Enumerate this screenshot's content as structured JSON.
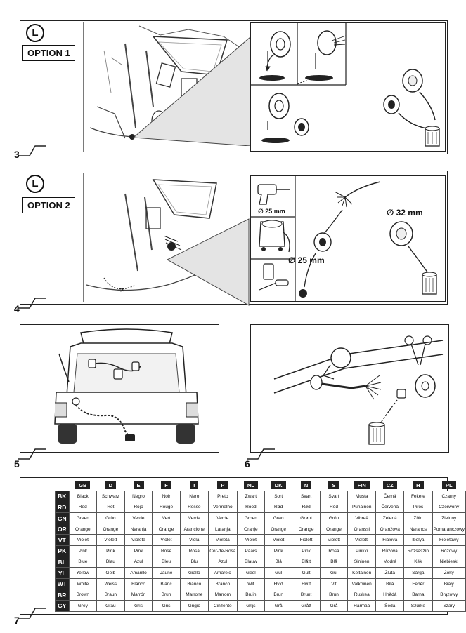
{
  "steps": {
    "s3": {
      "number": "3",
      "badge": "L",
      "option": "OPTION 1"
    },
    "s4": {
      "number": "4",
      "badge": "L",
      "option": "OPTION 2",
      "dims": [
        "∅ 25 mm",
        "∅ 32 mm",
        "∅ 25 mm"
      ]
    },
    "s5": {
      "number": "5"
    },
    "s6": {
      "number": "6"
    },
    "s7": {
      "number": "7"
    }
  },
  "color_table": {
    "languages": [
      "GB",
      "D",
      "E",
      "F",
      "I",
      "P",
      "NL",
      "DK",
      "N",
      "S",
      "FIN",
      "CZ",
      "H",
      "PL"
    ],
    "rows": [
      {
        "code": "BK",
        "names": [
          "Black",
          "Schwarz",
          "Negro",
          "Noir",
          "Nero",
          "Preto",
          "Zwart",
          "Sort",
          "Svart",
          "Svart",
          "Musta",
          "Černá",
          "Fekete",
          "Czarny"
        ]
      },
      {
        "code": "RD",
        "names": [
          "Red",
          "Rot",
          "Rojo",
          "Rouge",
          "Rosso",
          "Vermelho",
          "Rood",
          "Rød",
          "Rød",
          "Röd",
          "Punainen",
          "Červená",
          "Piros",
          "Czerwony"
        ]
      },
      {
        "code": "GN",
        "names": [
          "Green",
          "Grün",
          "Verde",
          "Vert",
          "Verde",
          "Verde",
          "Groen",
          "Grøn",
          "Grønt",
          "Grön",
          "Vihreä",
          "Zelená",
          "Zöld",
          "Zielony"
        ]
      },
      {
        "code": "OR",
        "names": [
          "Orange",
          "Orange",
          "Naranja",
          "Orange",
          "Arancione",
          "Laranja",
          "Oranje",
          "Orange",
          "Orange",
          "Orange",
          "Oranssi",
          "Oranžová",
          "Narancs",
          "Pomarańczowy"
        ]
      },
      {
        "code": "VT",
        "names": [
          "Violet",
          "Violett",
          "Violeta",
          "Violet",
          "Viola",
          "Violeta",
          "Violet",
          "Violet",
          "Fiolett",
          "Violett",
          "Violetti",
          "Fialová",
          "Ibolya",
          "Fioletowy"
        ]
      },
      {
        "code": "PK",
        "names": [
          "Pink",
          "Pink",
          "Pink",
          "Rose",
          "Rosa",
          "Cor-de-Rosa",
          "Paars",
          "Pink",
          "Pink",
          "Rosa",
          "Pinkki",
          "Růžová",
          "Rózsaszín",
          "Różowy"
        ]
      },
      {
        "code": "BL",
        "names": [
          "Blue",
          "Blau",
          "Azul",
          "Bleu",
          "Blu",
          "Azul",
          "Blauw",
          "Blå",
          "Blått",
          "Blå",
          "Sininen",
          "Modrá",
          "Kék",
          "Niebieski"
        ]
      },
      {
        "code": "YL",
        "names": [
          "Yellow",
          "Gelb",
          "Amarillo",
          "Jaune",
          "Giallo",
          "Amarelo",
          "Geel",
          "Gul",
          "Gult",
          "Gul",
          "Keltainen",
          "Žlutá",
          "Sárga",
          "Żółty"
        ]
      },
      {
        "code": "WT",
        "names": [
          "White",
          "Weiss",
          "Blanco",
          "Blanc",
          "Bianco",
          "Branco",
          "Wit",
          "Hvid",
          "Hvitt",
          "Vit",
          "Valkoinen",
          "Bílá",
          "Fehér",
          "Biały"
        ]
      },
      {
        "code": "BR",
        "names": [
          "Brown",
          "Braun",
          "Marrón",
          "Brun",
          "Marrone",
          "Marrom",
          "Bruin",
          "Brun",
          "Brunt",
          "Brun",
          "Ruskea",
          "Hnědá",
          "Barna",
          "Brązowy"
        ]
      },
      {
        "code": "GY",
        "names": [
          "Grey",
          "Grau",
          "Gris",
          "Gris",
          "Grigio",
          "Cinzento",
          "Grijs",
          "Grå",
          "Grått",
          "Grå",
          "Harmaa",
          "Šedá",
          "Szürke",
          "Szary"
        ]
      }
    ]
  }
}
